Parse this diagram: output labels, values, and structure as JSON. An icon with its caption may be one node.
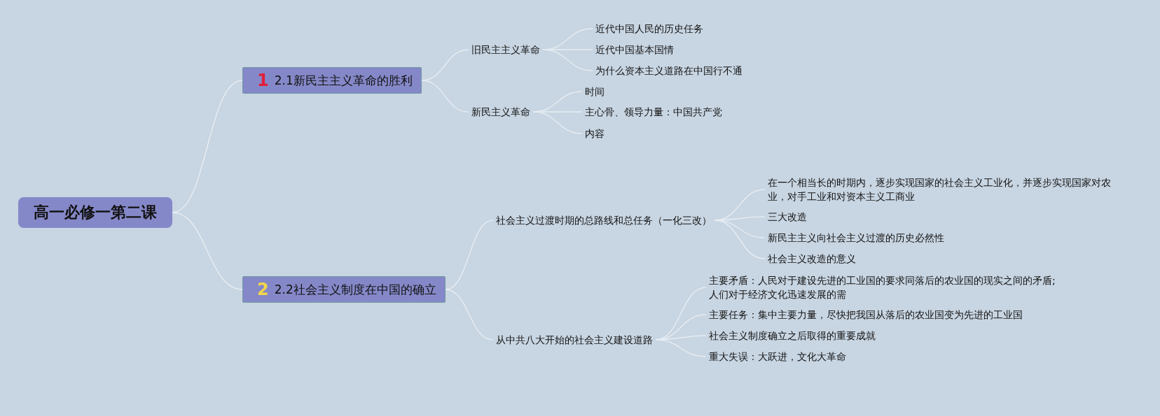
{
  "diagram": {
    "nodes": [
      {
        "text": [
          "高一必修一第二课"
        ]
      },
      {
        "text": [
          "1",
          "2.1新民主主义革命的胜利"
        ]
      },
      {
        "text": [
          "2",
          "2.2社会主义制度在中国的确立"
        ]
      },
      {
        "text": [
          "旧民主主义革命"
        ]
      },
      {
        "text": [
          "新民主义革命"
        ]
      },
      {
        "text": [
          "近代中国人民的历史任务"
        ]
      },
      {
        "text": [
          "近代中国基本国情"
        ]
      },
      {
        "text": [
          "为什么资本主义道路在中国行不通"
        ]
      },
      {
        "text": [
          "时间"
        ]
      },
      {
        "text": [
          "主心骨、领导力量：中国共产党"
        ]
      },
      {
        "text": [
          "内容"
        ]
      },
      {
        "text": [
          "社会主义过渡时期的总路线和总任务（一化三改）"
        ]
      },
      {
        "text": [
          "从中共八大开始的社会主义建设道路"
        ]
      },
      {
        "text": [
          "在一个相当长的时期内，逐步实现国家的社会主义工业化，并逐步实现国家对农业，对手工业和对资本主义工商业"
        ]
      },
      {
        "text": [
          "三大改造"
        ]
      },
      {
        "text": [
          "新民主主义向社会主义过渡的历史必然性"
        ]
      },
      {
        "text": [
          "社会主义改造的意义"
        ]
      },
      {
        "text": [
          "主要矛盾：人民对于建设先进的工业国的要求同落后的农业国的现实之间的矛盾;人们对于经济文化迅速发展的需"
        ]
      },
      {
        "text": [
          "主要任务：集中主要力量，尽快把我国从落后的农业国变为先进的工业国"
        ]
      },
      {
        "text": [
          "社会主义制度确立之后取得的重要成就"
        ]
      },
      {
        "text": [
          "重大失误：大跃进，文化大革命"
        ]
      }
    ],
    "edges": [
      {
        "from": 0,
        "to": 1,
        "arrow": "none"
      },
      {
        "from": 0,
        "to": 2,
        "arrow": "none"
      },
      {
        "from": 1,
        "to": 3,
        "arrow": "none"
      },
      {
        "from": 1,
        "to": 4,
        "arrow": "none"
      },
      {
        "from": 3,
        "to": 5,
        "arrow": "none"
      },
      {
        "from": 3,
        "to": 6,
        "arrow": "none"
      },
      {
        "from": 3,
        "to": 7,
        "arrow": "none"
      },
      {
        "from": 4,
        "to": 8,
        "arrow": "none"
      },
      {
        "from": 4,
        "to": 9,
        "arrow": "none"
      },
      {
        "from": 4,
        "to": 10,
        "arrow": "none"
      },
      {
        "from": 2,
        "to": 11,
        "arrow": "none"
      },
      {
        "from": 2,
        "to": 12,
        "arrow": "none"
      },
      {
        "from": 11,
        "to": 13,
        "arrow": "none"
      },
      {
        "from": 11,
        "to": 14,
        "arrow": "none"
      },
      {
        "from": 11,
        "to": 15,
        "arrow": "none"
      },
      {
        "from": 11,
        "to": 16,
        "arrow": "none"
      },
      {
        "from": 12,
        "to": 17,
        "arrow": "none"
      },
      {
        "from": 12,
        "to": 18,
        "arrow": "none"
      },
      {
        "from": 12,
        "to": 19,
        "arrow": "none"
      },
      {
        "from": 12,
        "to": 20,
        "arrow": "none"
      }
    ]
  }
}
